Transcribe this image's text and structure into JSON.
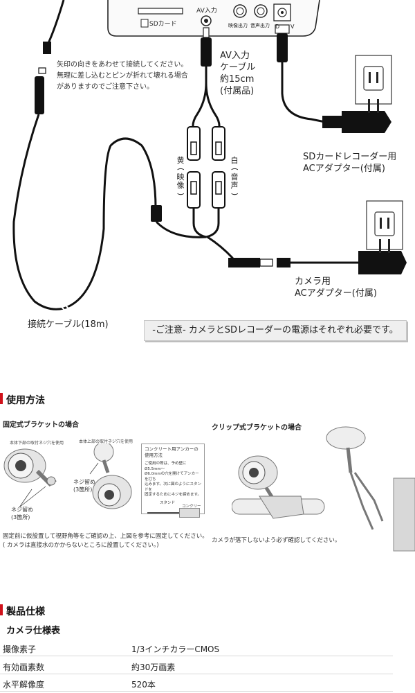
{
  "device_labels": {
    "sd_card": "SDカード",
    "av_input": "AV入力",
    "video_out": "映像出力",
    "audio_out": "音声出力",
    "dc_mark": "D",
    "dc_mark2": "V"
  },
  "arrow_note": [
    "矢印の向きをあわせて接続してください。",
    "無理に差し込むとピンが折れて壊れる場合",
    "がありますのでご注意下さい。"
  ],
  "av_cable_label": [
    "AV入力",
    "ケーブル",
    "約15cm",
    "(付属品)"
  ],
  "sd_adapter_label": [
    "SDカードレコーダー用",
    "ACアダプター(付属)"
  ],
  "yellow_label": [
    "黄",
    "(",
    "映",
    "像",
    ")"
  ],
  "white_label": [
    "白",
    "(",
    "音",
    "声",
    ")"
  ],
  "camera_adapter_label": [
    "カメラ用",
    "ACアダプター(付属)"
  ],
  "connect_cable_label": "接続ケーブル(18m)",
  "power_notice": "-ご注意- カメラとSDレコーダーの電源はそれぞれ必要です。",
  "usage": {
    "title": "使用方法",
    "fixed_bracket_title": "固定式ブラケットの場合",
    "clip_bracket_title": "クリップ式ブラケットの場合",
    "fixed_caption_1": "本体下部の取付ネジ穴を使用",
    "fixed_caption_2": "本体上部の取付ネジ穴を使用",
    "screw_label_a": [
      "ネジ留め",
      "(3箇所)"
    ],
    "screw_label_b": [
      "ネジ留め",
      "(3箇所)"
    ],
    "anchor_box": {
      "title": [
        "コンクリート用アンカーの",
        "使用方法"
      ],
      "body": [
        "ご使用の際は、予め壁にØ5.5mm～",
        "Ø6.0mmの穴を開けてアンカーを打ち",
        "込みます。次に図のようにスタンドを",
        "固定するためにネジを締めます。"
      ],
      "stand": "スタンド",
      "concrete": "コンクリート"
    },
    "fixed_note": [
      "固定前に仮設置して視野角等をご確認の上、上図を参考に固定してください。",
      "( カメラは直接水のかからないところに設置してください。)"
    ],
    "clip_note": "カメラが落下しないよう必ず確認してください。"
  },
  "specs": {
    "title": "製品仕様",
    "subtitle": "カメラ仕様表",
    "rows": [
      {
        "label": "撮像素子",
        "value": "1/3インチカラーCMOS"
      },
      {
        "label": "有効画素数",
        "value": "約30万画素"
      },
      {
        "label": "水平解像度",
        "value": "520本"
      }
    ]
  },
  "colors": {
    "accent": "#d0121b",
    "line": "#1a1a1a",
    "banner_bg": "#efefef"
  }
}
